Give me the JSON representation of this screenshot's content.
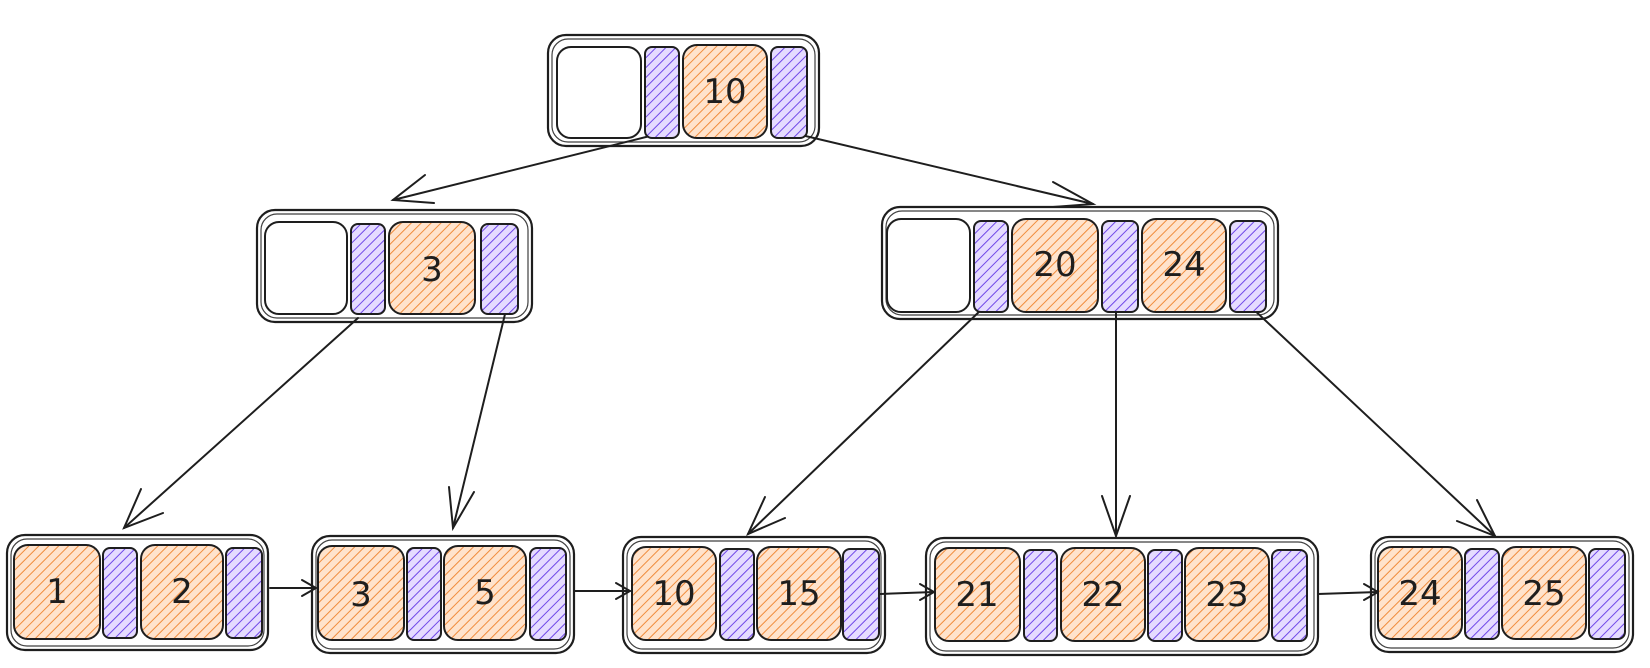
{
  "colors": {
    "key_fill": "#ffc9a0",
    "key_hatch": "#f08c3c",
    "pointer_fill": "#d0bfff",
    "pointer_hatch": "#7048e8",
    "stroke": "#1e1e1e"
  },
  "tree": {
    "root": {
      "keys": [
        "10"
      ]
    },
    "internal_left": {
      "keys": [
        "3"
      ]
    },
    "internal_right": {
      "keys": [
        "20",
        "24"
      ]
    },
    "leaf_1": {
      "keys": [
        "1",
        "2"
      ]
    },
    "leaf_2": {
      "keys": [
        "3",
        "5"
      ]
    },
    "leaf_3": {
      "keys": [
        "10",
        "15"
      ]
    },
    "leaf_4": {
      "keys": [
        "21",
        "22",
        "23"
      ]
    },
    "leaf_5": {
      "keys": [
        "24",
        "25"
      ]
    }
  }
}
